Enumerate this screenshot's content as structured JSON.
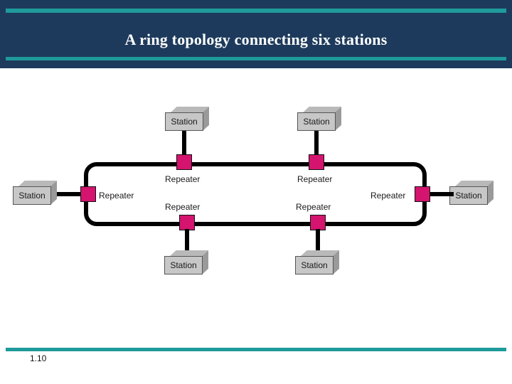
{
  "slide": {
    "title": "A ring topology connecting six stations",
    "footer_number": "1.10",
    "colors": {
      "header_bg": "#1d3a5c",
      "accent_rule": "#1f9a9a",
      "repeater": "#d4146e",
      "station_fill": "#c7c7c7",
      "ring_line": "#000000"
    }
  },
  "diagram": {
    "type": "ring-topology",
    "stations": [
      {
        "id": "station-top-left",
        "label": "Station"
      },
      {
        "id": "station-top-right",
        "label": "Station"
      },
      {
        "id": "station-left",
        "label": "Station"
      },
      {
        "id": "station-right",
        "label": "Station"
      },
      {
        "id": "station-bottom-left",
        "label": "Station"
      },
      {
        "id": "station-bottom-right",
        "label": "Station"
      }
    ],
    "repeaters": [
      {
        "id": "repeater-top-left",
        "label": "Repeater"
      },
      {
        "id": "repeater-top-right",
        "label": "Repeater"
      },
      {
        "id": "repeater-left",
        "label": "Repeater"
      },
      {
        "id": "repeater-right",
        "label": "Repeater"
      },
      {
        "id": "repeater-bottom-left",
        "label": "Repeater"
      },
      {
        "id": "repeater-bottom-right",
        "label": "Repeater"
      }
    ]
  }
}
